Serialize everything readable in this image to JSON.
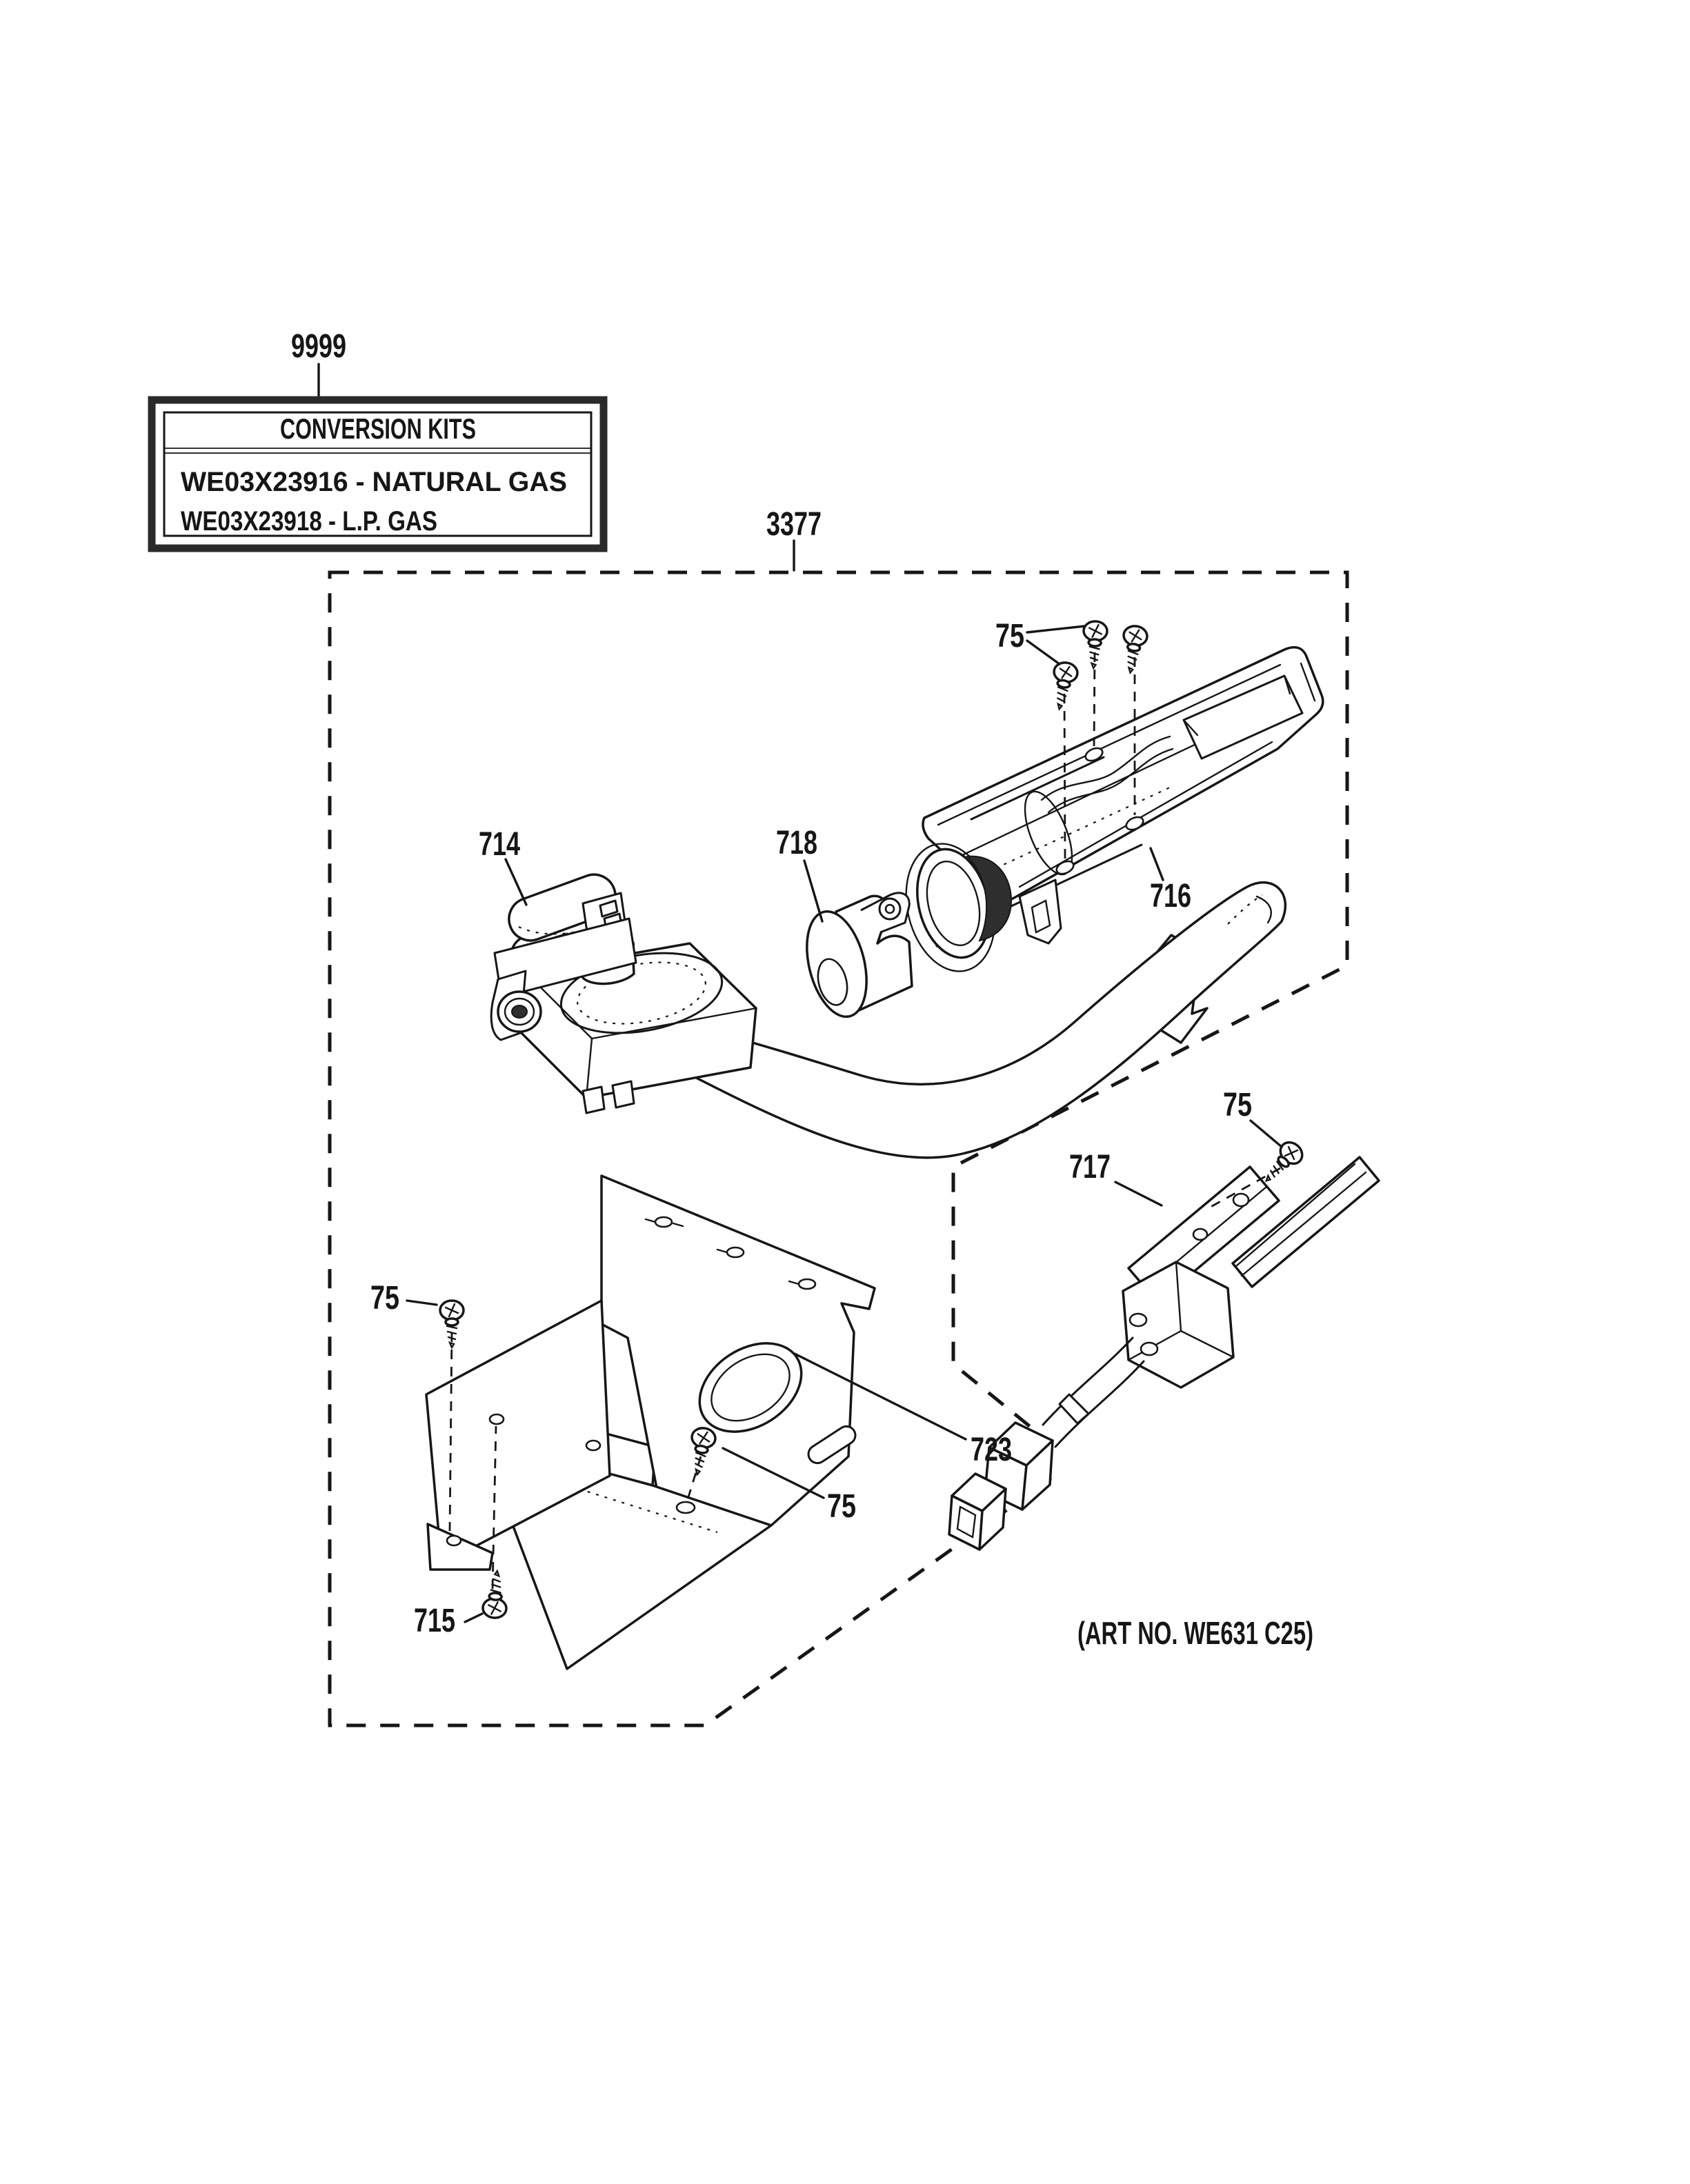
{
  "page": {
    "background": "#ffffff",
    "ink": "#161616"
  },
  "conversion_kits_box": {
    "ref_label": "9999",
    "title": "CONVERSION KITS",
    "entries": [
      "WE03X23916 - NATURAL GAS",
      "WE03X23918 - L.P. GAS"
    ]
  },
  "assembly_boundary": {
    "ref_label": "3377"
  },
  "part_labels": {
    "screw": "75",
    "gas_valve_asm": "714",
    "screw_715": "715",
    "burner_bracket_asm": "716",
    "igniter_asm": "717",
    "igniter_clip": "718",
    "valve_bracket": "723"
  },
  "footer": {
    "art_no": "(ART NO. WE631 C25)"
  }
}
